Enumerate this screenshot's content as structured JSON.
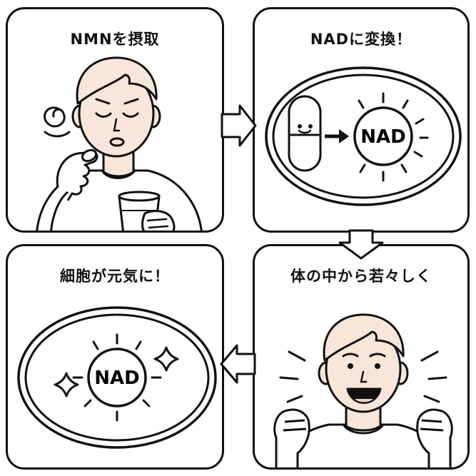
{
  "panels": [
    {
      "title": "NMNを摂取"
    },
    {
      "title": "NADに変換！",
      "label": "NAD"
    },
    {
      "title": "細胞が元気に！",
      "label": "NAD"
    },
    {
      "title": "体の中から若々しく"
    }
  ],
  "colors": {
    "skin": "#f7e6d9",
    "line": "#111111",
    "background": "#ffffff"
  },
  "icons": [
    "dizzy-swirl-icon",
    "pill-face-icon",
    "arrow-right-icon",
    "sparkle-icon"
  ]
}
